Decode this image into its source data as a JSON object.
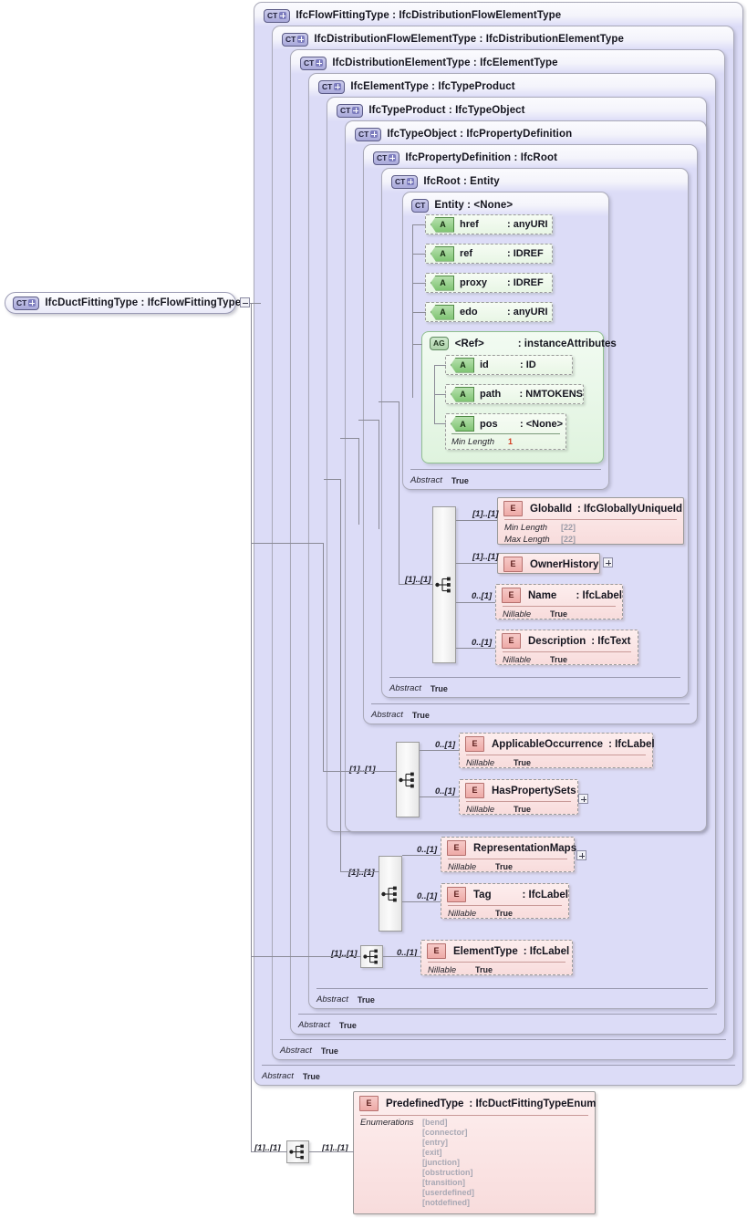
{
  "diagram": {
    "title": "IfcDuctFittingType XSD content model",
    "root_node": {
      "icon": "complextype-expand-icon",
      "badge": "CT",
      "label": "IfcDuctFittingType  : IfcFlowFittingType"
    },
    "abstract_key": "Abstract",
    "abstract_value": "True",
    "containers": [
      {
        "badge": "CT",
        "label": "IfcFlowFittingType : IfcDistributionFlowElementType"
      },
      {
        "badge": "CT",
        "label": "IfcDistributionFlowElementType : IfcDistributionElementType"
      },
      {
        "badge": "CT",
        "label": "IfcDistributionElementType : IfcElementType"
      },
      {
        "badge": "CT",
        "label": "IfcElementType : IfcTypeProduct"
      },
      {
        "badge": "CT",
        "label": "IfcTypeProduct : IfcTypeObject"
      },
      {
        "badge": "CT",
        "label": "IfcTypeObject : IfcPropertyDefinition"
      },
      {
        "badge": "CT",
        "label": "IfcPropertyDefinition : IfcRoot"
      },
      {
        "badge": "CT",
        "label": "IfcRoot    : Entity"
      },
      {
        "badge": "CT",
        "label": "Entity     : <None>"
      }
    ],
    "attributes": [
      {
        "badge": "A",
        "name": "href",
        "type": ": anyURI"
      },
      {
        "badge": "A",
        "name": "ref",
        "type": ": IDREF"
      },
      {
        "badge": "A",
        "name": "proxy",
        "type": ": IDREF"
      },
      {
        "badge": "A",
        "name": "edo",
        "type": ": anyURI"
      }
    ],
    "attribute_group": {
      "badge": "AG",
      "name": "<Ref>",
      "type": ": instanceAttributes",
      "attributes": [
        {
          "badge": "A",
          "name": "id",
          "type": ": ID"
        },
        {
          "badge": "A",
          "name": "path",
          "type": ": NMTOKENS"
        },
        {
          "badge": "A",
          "name": "pos",
          "type": ": <None>",
          "facets": [
            {
              "key": "Min Length",
              "value": "1"
            }
          ]
        }
      ]
    },
    "elements": {
      "globalid": {
        "badge": "E",
        "name": "GlobalId",
        "type": ": IfcGloballyUniqueId",
        "cardinality": "[1]..[1]",
        "facets": [
          {
            "key": "Min Length",
            "value": "[22]"
          },
          {
            "key": "Max Length",
            "value": "[22]"
          }
        ]
      },
      "ownerhistory": {
        "badge": "E",
        "name": "OwnerHistory",
        "type": "",
        "cardinality": "[1]..[1]",
        "expand": "+"
      },
      "name": {
        "badge": "E",
        "name": "Name",
        "type": ": IfcLabel",
        "cardinality": "0..[1]",
        "facets": [
          {
            "key": "Nillable",
            "value": "True"
          }
        ]
      },
      "description": {
        "badge": "E",
        "name": "Description",
        "type": ": IfcText",
        "cardinality": "0..[1]",
        "facets": [
          {
            "key": "Nillable",
            "value": "True"
          }
        ]
      },
      "applicableoccurrence": {
        "badge": "E",
        "name": "ApplicableOccurrence",
        "type": ": IfcLabel",
        "cardinality": "0..[1]",
        "facets": [
          {
            "key": "Nillable",
            "value": "True"
          }
        ]
      },
      "haspropertysets": {
        "badge": "E",
        "name": "HasPropertySets",
        "type": "",
        "cardinality": "0..[1]",
        "expand": "+",
        "facets": [
          {
            "key": "Nillable",
            "value": "True"
          }
        ]
      },
      "representationmaps": {
        "badge": "E",
        "name": "RepresentationMaps",
        "type": "",
        "cardinality": "0..[1]",
        "expand": "+",
        "facets": [
          {
            "key": "Nillable",
            "value": "True"
          }
        ]
      },
      "tag": {
        "badge": "E",
        "name": "Tag",
        "type": ": IfcLabel",
        "cardinality": "0..[1]",
        "facets": [
          {
            "key": "Nillable",
            "value": "True"
          }
        ]
      },
      "elementtype": {
        "badge": "E",
        "name": "ElementType",
        "type": ": IfcLabel",
        "cardinality": "0..[1]",
        "facets": [
          {
            "key": "Nillable",
            "value": "True"
          }
        ]
      },
      "predefinedtype": {
        "badge": "E",
        "name": "PredefinedType",
        "type": ": IfcDuctFittingTypeEnum",
        "cardinality_left": "[1]..[1]",
        "cardinality_right": "[1]..[1]",
        "enumerations_key": "Enumerations",
        "enumerations": [
          "[bend]",
          "[connector]",
          "[entry]",
          "[exit]",
          "[junction]",
          "[obstruction]",
          "[transition]",
          "[userdefined]",
          "[notdefined]"
        ]
      }
    },
    "sequences": {
      "root_seq": {
        "icon": "sequence-compositor-icon",
        "cardinality": "[1]..[1]"
      },
      "typeobject_seq": {
        "icon": "sequence-compositor-icon",
        "cardinality": "[1]..[1]"
      },
      "typeproduct_seq": {
        "icon": "sequence-compositor-icon",
        "cardinality": "[1]..[1]"
      },
      "elementtype_seq": {
        "icon": "sequence-compositor-icon",
        "cardinality": "[1]..[1]"
      },
      "predefined_seq": {
        "icon": "sequence-compositor-icon"
      }
    },
    "colors": {
      "complextype_fill": "#dcdcf7",
      "attribute_fill": "#e8f6e5",
      "element_fill": "#f8dcdc",
      "line": "#8a8a96",
      "enum_text": "#a8a8b4",
      "numeric_facet": "#d43b20"
    }
  }
}
